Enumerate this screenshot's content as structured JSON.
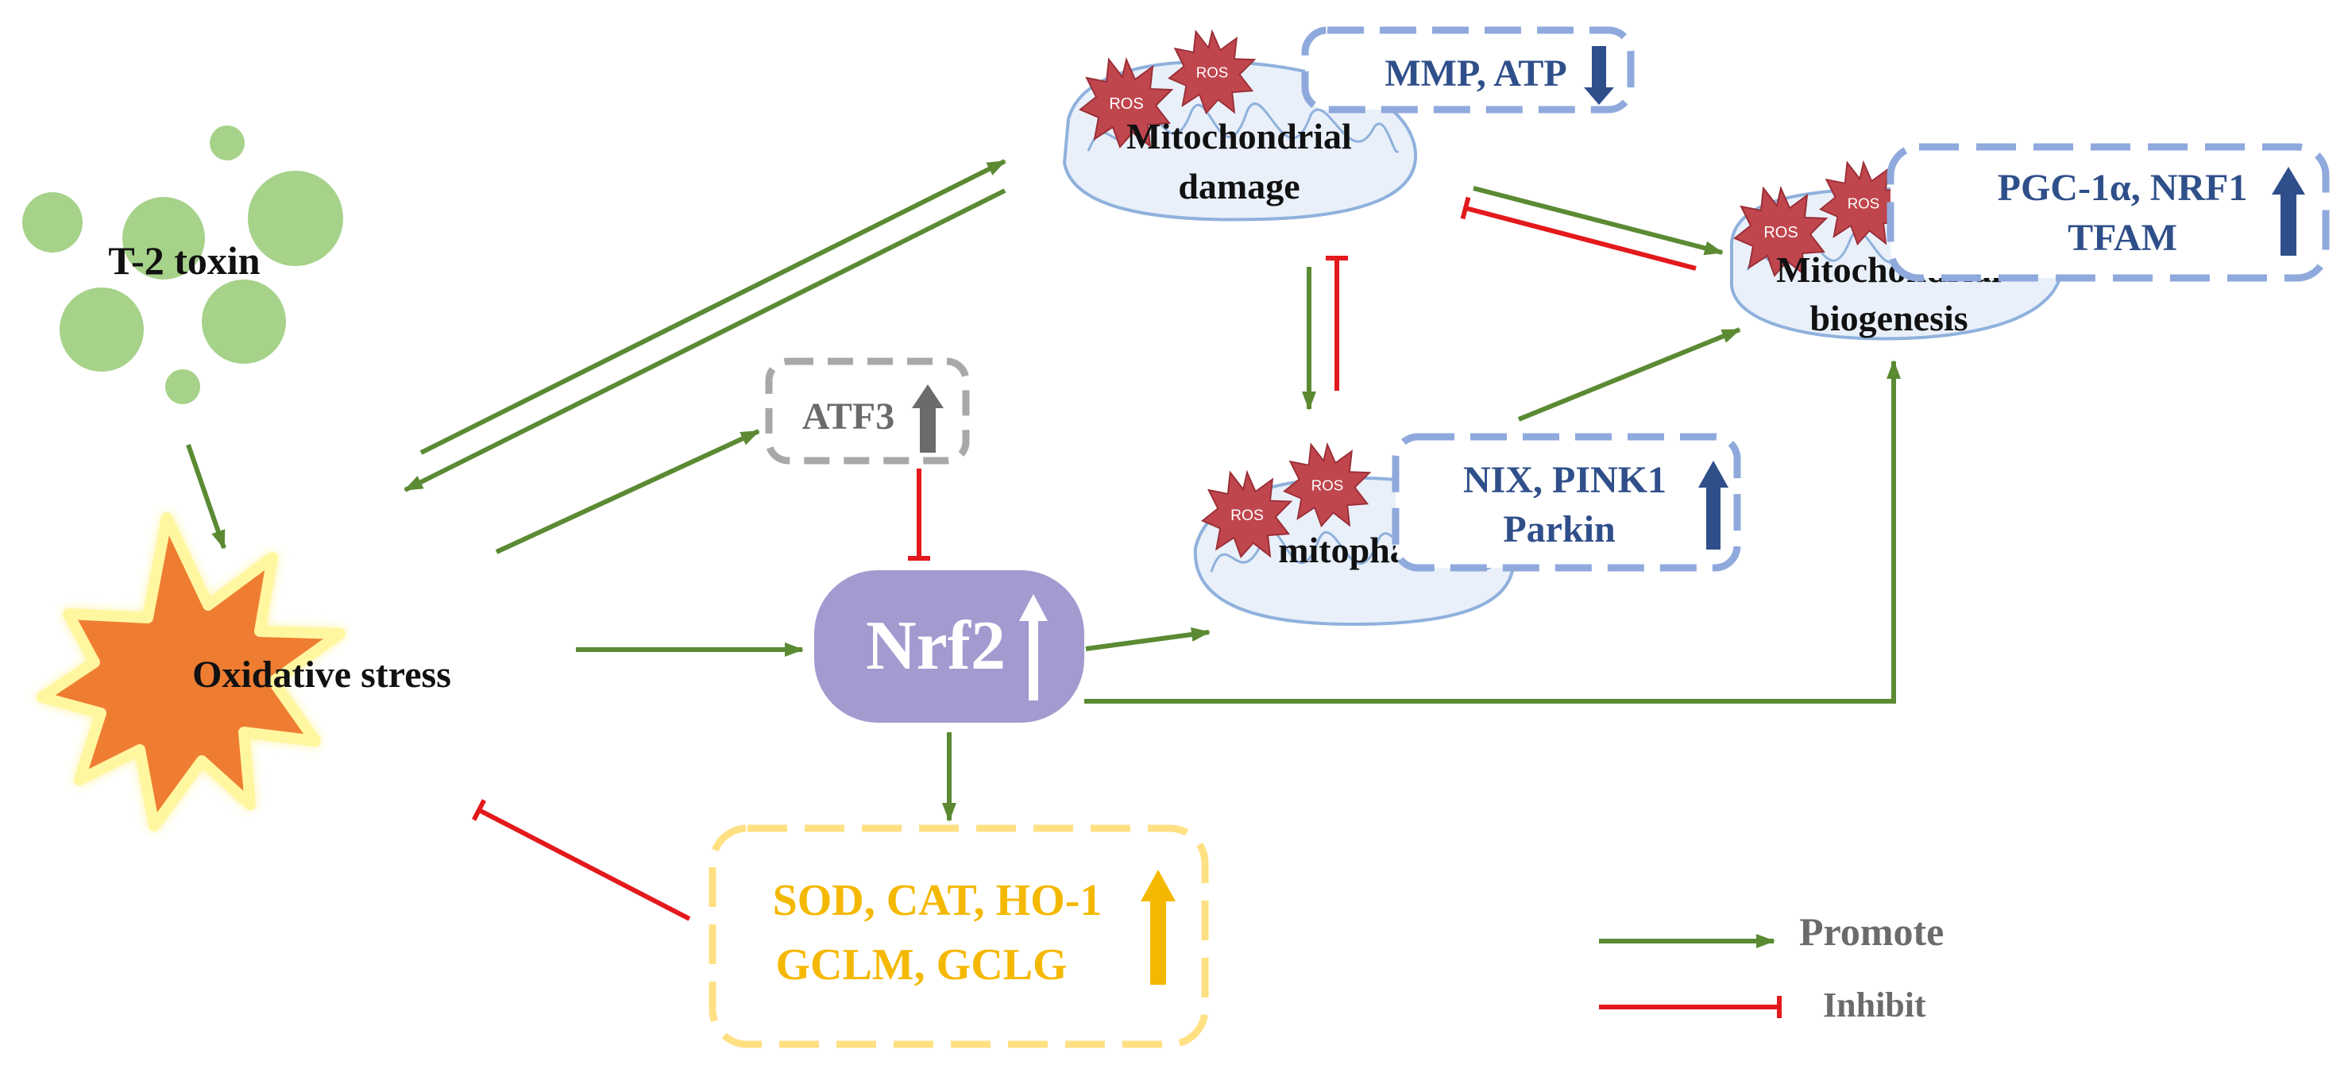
{
  "nodes": {
    "toxin": {
      "label": "T-2 toxin"
    },
    "oxidative": {
      "label": "Oxidative stress"
    },
    "nrf2": {
      "label": "Nrf2"
    },
    "atf3": {
      "label": "ATF3"
    },
    "mito_damage": {
      "line1": "Mitochondrial",
      "line2": "damage"
    },
    "mito_biogenesis": {
      "line1": "Mitochondrial",
      "line2": "biogenesis"
    },
    "mitophagy": {
      "label": "mitophagy"
    }
  },
  "boxes": {
    "damage_markers": {
      "text": "MMP, ATP",
      "direction": "down"
    },
    "biogenesis_markers": {
      "line1": "PGC-1α, NRF1",
      "line2": "TFAM",
      "direction": "up"
    },
    "mitophagy_markers": {
      "line1": "NIX, PINK1",
      "line2": "Parkin",
      "direction": "up"
    },
    "antioxidant_markers": {
      "line1": "SOD, CAT, HO-1",
      "line2": "GCLM, GCLG",
      "direction": "up"
    }
  },
  "ros_badge": "ROS",
  "legend": {
    "promote": "Promote",
    "inhibit": "Inhibit"
  },
  "colors": {
    "promote": "#5b8a33",
    "inhibit": "#e3191c",
    "nrf2_fill": "#a39ad0",
    "star_fill": "#ee7d31",
    "toxin_dots": "#a6d28a",
    "mito_fill": "#e9f0fa",
    "mito_stroke": "#8fb1dc",
    "ros_fill": "#c0464e",
    "marker_blue": "#2f4f8a",
    "atf3_gray": "#6b6b6b",
    "antioxidant_yellow": "#f5b800"
  },
  "edges": [
    {
      "from": "T-2 toxin",
      "to": "Oxidative stress",
      "type": "promote"
    },
    {
      "from": "Oxidative stress",
      "to": "Nrf2",
      "type": "promote"
    },
    {
      "from": "Oxidative stress",
      "to": "Mitochondrial damage",
      "type": "promote"
    },
    {
      "from": "Mitochondrial damage",
      "to": "Oxidative stress",
      "type": "promote"
    },
    {
      "from": "Oxidative stress",
      "to": "ATF3",
      "type": "promote"
    },
    {
      "from": "ATF3",
      "to": "Nrf2",
      "type": "inhibit"
    },
    {
      "from": "Nrf2",
      "to": "mitophagy",
      "type": "promote"
    },
    {
      "from": "Nrf2",
      "to": "Mitochondrial biogenesis",
      "type": "promote"
    },
    {
      "from": "Nrf2",
      "to": "SOD, CAT, HO-1 / GCLM, GCLG",
      "type": "promote"
    },
    {
      "from": "SOD, CAT, HO-1 / GCLM, GCLG",
      "to": "Oxidative stress",
      "type": "inhibit"
    },
    {
      "from": "Mitochondrial damage",
      "to": "mitophagy",
      "type": "promote"
    },
    {
      "from": "mitophagy",
      "to": "Mitochondrial damage",
      "type": "inhibit"
    },
    {
      "from": "mitophagy",
      "to": "Mitochondrial biogenesis",
      "type": "promote"
    },
    {
      "from": "Mitochondrial damage",
      "to": "Mitochondrial biogenesis",
      "type": "promote"
    },
    {
      "from": "Mitochondrial biogenesis",
      "to": "Mitochondrial damage",
      "type": "inhibit"
    }
  ]
}
